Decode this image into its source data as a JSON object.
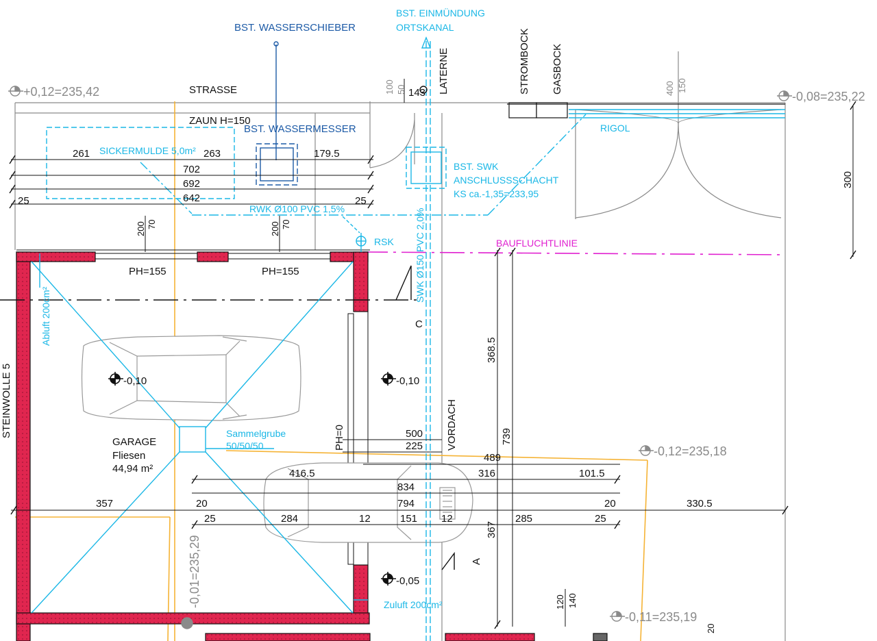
{
  "labels": {
    "strasse": "STRASSE",
    "zaun": "ZAUN H=150",
    "wasserschieber": "BST. WASSERSCHIEBER",
    "wassermesser": "BST. WASSERMESSER",
    "einmuendung_1": "BST. EINMÜNDUNG",
    "einmuendung_2": "ORTSKANAL",
    "laterne": "LATERNE",
    "strombock": "STROMBOCK",
    "gasbock": "GASBOCK",
    "rigol": "RIGOL",
    "sickermulde": "SICKERMULDE 5,0m²",
    "swk_1": "BST. SWK",
    "swk_2": "ANSCHLUSSSCHACHT",
    "swk_3": "KS ca.-1,35=233,95",
    "rwk": "RWK Ø100 PVC 1,5%",
    "swk_pipe": "SWK Ø150 PVC 2,0%",
    "rsk": "RSK",
    "baufluchtlinie": "BAUFLUCHTLINIE",
    "ph1": "PH=155",
    "ph2": "PH=155",
    "ph0": "PH=0",
    "abluft": "Abluft 200cm²",
    "zuluft": "Zuluft 200cm²",
    "steinwolle": "STEINWOLLE 5",
    "garage": "GARAGE",
    "fliesen": "Fliesen",
    "area": "44,94 m²",
    "sammelgrube_1": "Sammelgrube",
    "sammelgrube_2": "50/50/50",
    "vordach": "VORDACH",
    "section_c": "C",
    "section_a": "A"
  },
  "levels": {
    "top_left": "+0,12=235,42",
    "top_right": "-0,08=235,22",
    "garage_floor": "-0,10",
    "vordach_floor": "-0,10",
    "right_mid": "-0,12=235,18",
    "entrance": "-0,05",
    "vertical": "-0,01=235,29",
    "bottom_right": "-0,11=235,19"
  },
  "dimensions": {
    "d261": "261",
    "d263": "263",
    "d179": "179.5",
    "d702": "702",
    "d692": "692",
    "d642": "642",
    "d25a": "25",
    "d25b": "25",
    "d200a": "200",
    "d70a": "70",
    "d200b": "200",
    "d70b": "70",
    "d100": "100",
    "d50": "50",
    "d143": "143",
    "d400": "400",
    "d150": "150",
    "d300": "300",
    "d368": "368.5",
    "d739": "739",
    "d500": "500",
    "d225": "225",
    "d489": "489",
    "d416": "416.5",
    "d316": "316",
    "d101": "101.5",
    "d834": "834",
    "d794": "794",
    "d151": "151",
    "d20a": "20",
    "d20b": "20",
    "d357": "357",
    "d330": "330.5",
    "d25c": "25",
    "d284": "284",
    "d12a": "12",
    "d12b": "12",
    "d285": "285",
    "d25d": "25",
    "d367": "367",
    "d120": "120",
    "d140": "140",
    "d20c": "20"
  },
  "colors": {
    "wall": "#e0264f",
    "cyan": "#1ab7e6",
    "dark_blue": "#1c5aa6",
    "magenta": "#e020d0",
    "orange": "#f5b335",
    "grey": "#8a8a8a",
    "ink": "#111111"
  }
}
